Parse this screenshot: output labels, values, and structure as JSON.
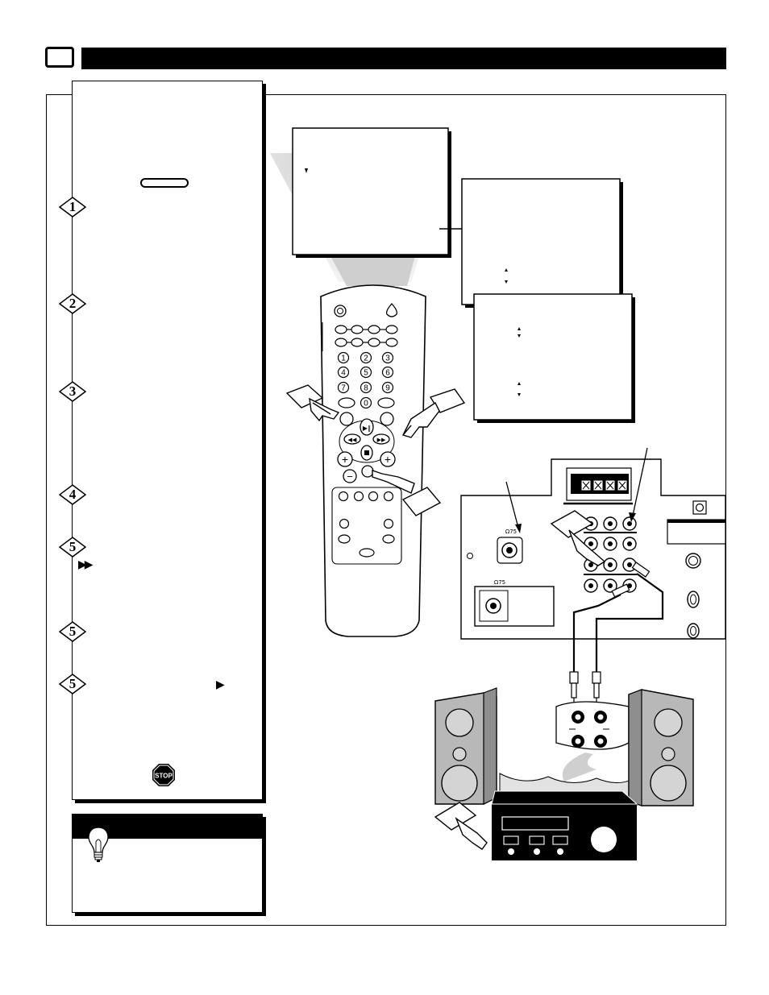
{
  "header": {
    "title": ""
  },
  "steps": [
    {
      "number": "1",
      "text": ""
    },
    {
      "number": "2",
      "text": ""
    },
    {
      "number": "3",
      "text": ""
    },
    {
      "number": "4",
      "text": ""
    },
    {
      "number": "5",
      "text": ""
    },
    {
      "number": "5",
      "text": ""
    },
    {
      "number": "5",
      "text": ""
    }
  ],
  "remote": {
    "digits": [
      "1",
      "2",
      "3",
      "4",
      "5",
      "6",
      "7",
      "8",
      "9",
      "0"
    ],
    "plus_symbol": "+",
    "minus_symbol": "−"
  },
  "icons": {
    "fast_forward": "fast-forward-icon",
    "play": "play-icon",
    "stop": "stop-sign-icon",
    "tip": "lightbulb-icon"
  },
  "stop_label": "STOP",
  "jack_labels": [
    "Ω75",
    "Ω75"
  ],
  "colors": {
    "ink": "#000000",
    "speaker_gray": "#b8b8b8",
    "beam_gray": "#d0d0d0",
    "paper": "#ffffff"
  }
}
